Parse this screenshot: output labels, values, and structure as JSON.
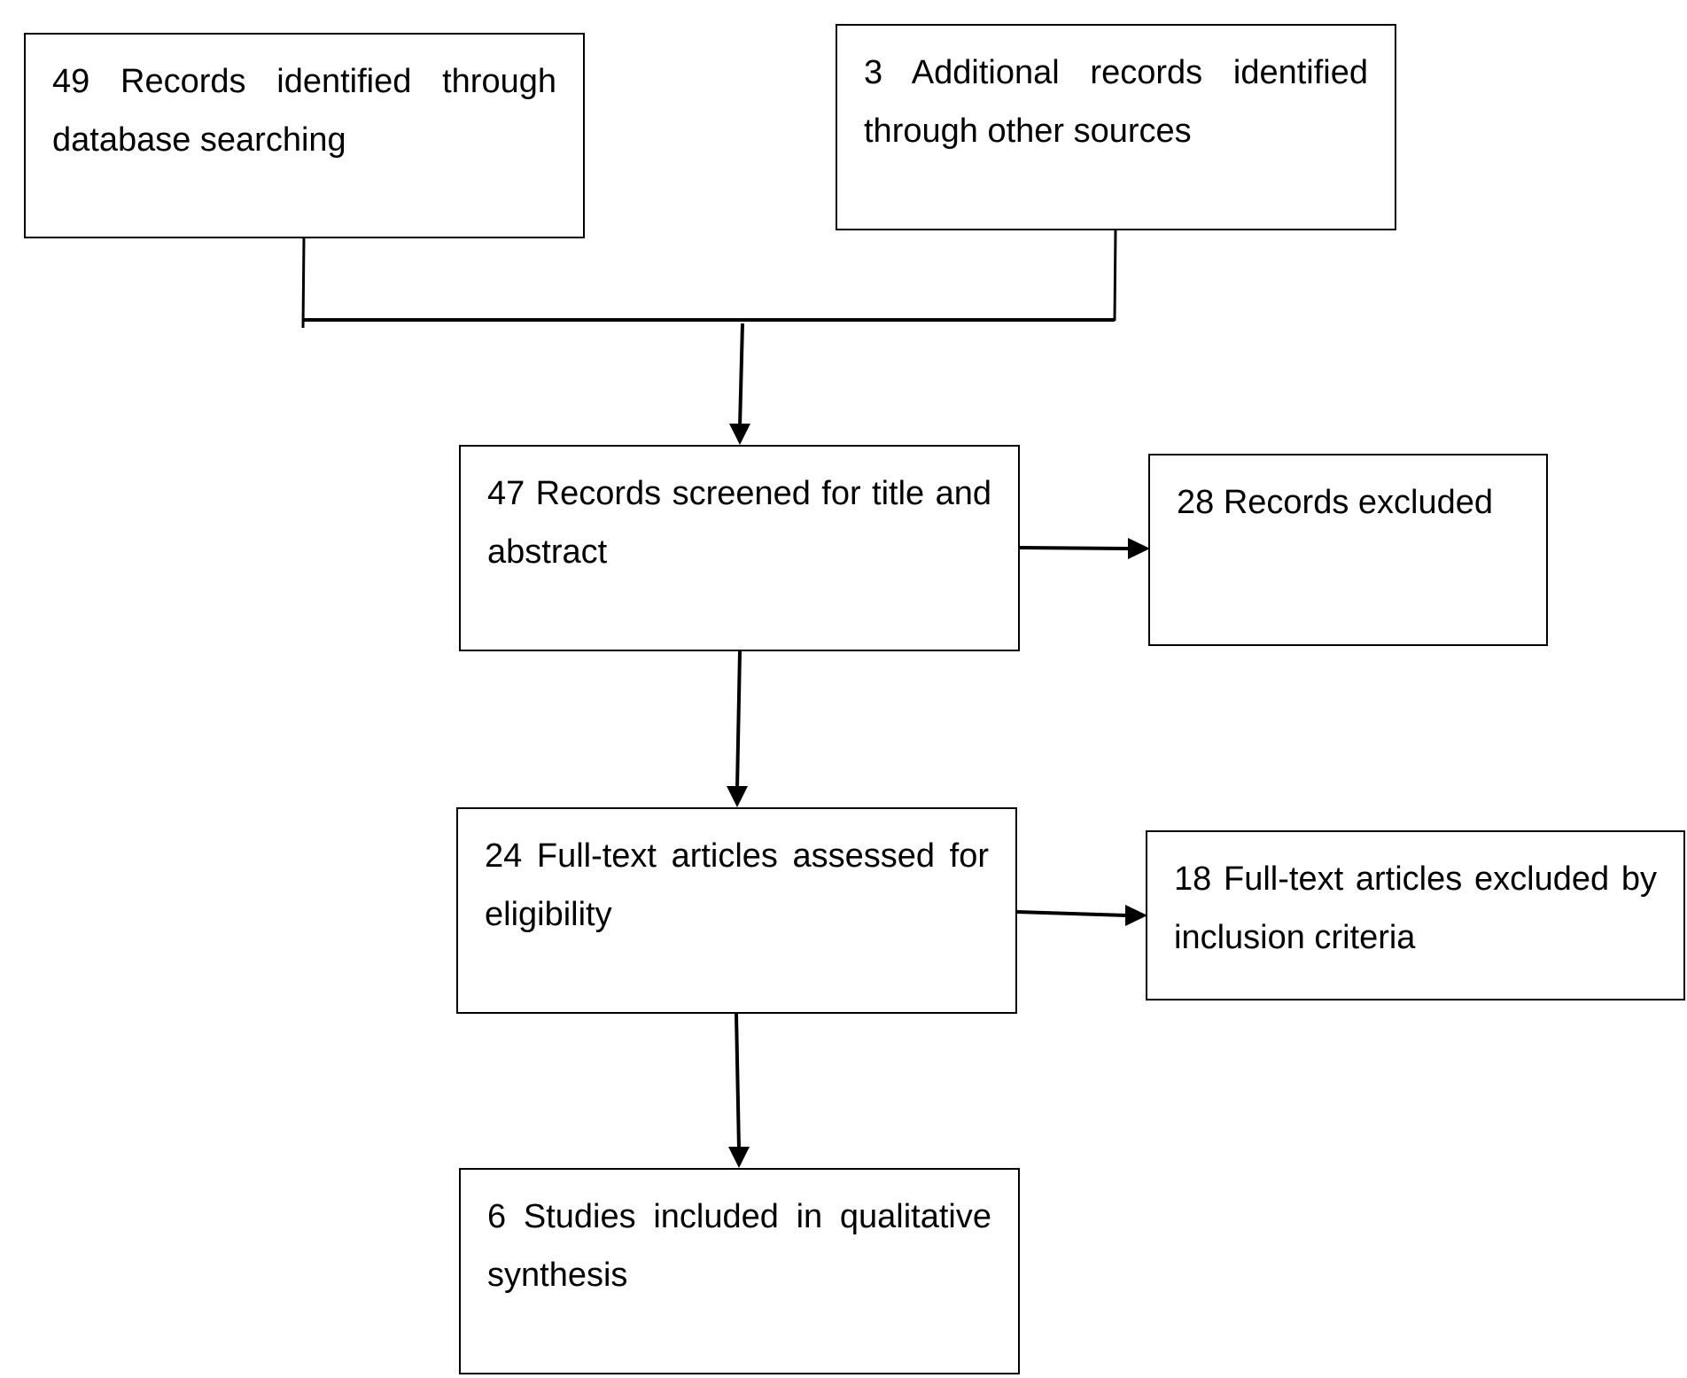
{
  "boxes": {
    "database_search": "49 Records identified through database searching",
    "other_sources": "3 Additional records identified through other sources",
    "screened": "47 Records screened for title and abstract",
    "excluded_records": "28 Records excluded",
    "full_text_assessed": "24 Full-text articles assessed for eligibility",
    "full_text_excluded": "18 Full-text articles excluded by inclusion criteria",
    "included": "6 Studies included in qualitative synthesis"
  },
  "colors": {
    "line": "#000000",
    "box_border": "#000000",
    "background": "#ffffff"
  }
}
